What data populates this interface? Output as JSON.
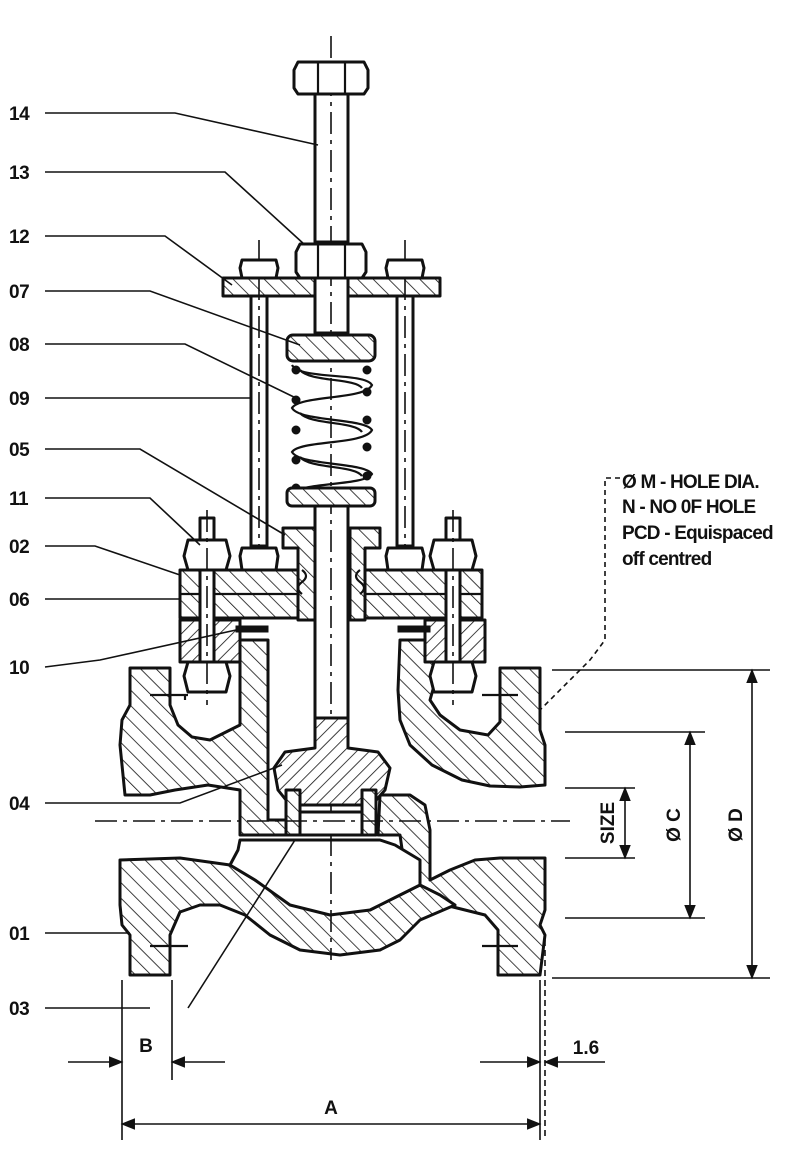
{
  "part_labels": {
    "p14": "14",
    "p13": "13",
    "p12": "12",
    "p07": "07",
    "p08": "08",
    "p09": "09",
    "p05": "05",
    "p11": "11",
    "p02": "02",
    "p06": "06",
    "p10": "10",
    "p04": "04",
    "p01": "01",
    "p03": "03"
  },
  "hole_note": {
    "line1": "Ø M - HOLE DIA.",
    "line2": "N - NO 0F HOLE",
    "line3": "PCD - Equispaced",
    "line4": "off centred"
  },
  "dimensions": {
    "size": "SIZE",
    "pcd": "Ø C",
    "flange_od": "Ø D",
    "flange_thickness": "B",
    "raised_face": "1.6",
    "face_to_face": "A"
  }
}
